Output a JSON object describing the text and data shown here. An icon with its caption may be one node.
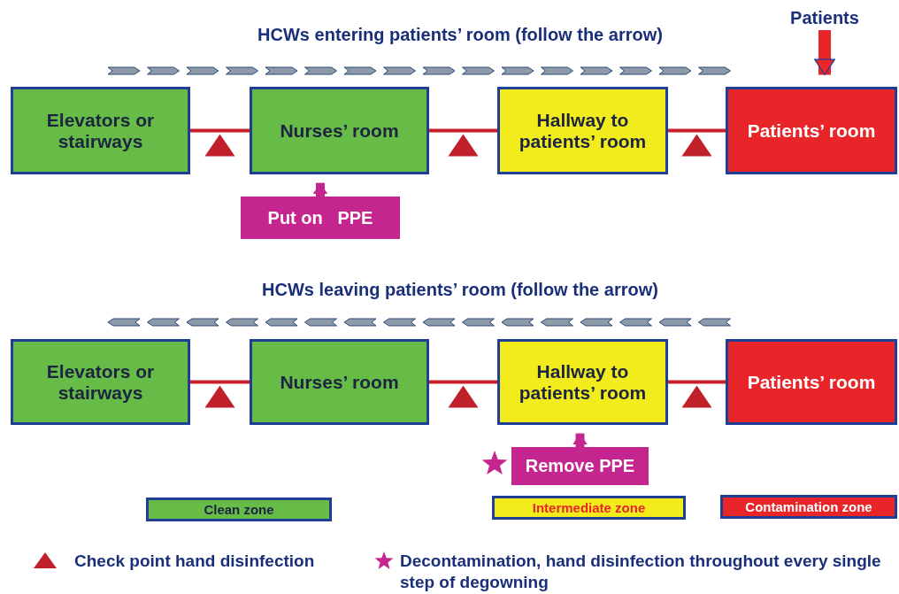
{
  "diagram": {
    "nodes": [
      {
        "text": [
          "Elevators or stairways"
        ]
      },
      {
        "text": [
          "Nurses’ room"
        ]
      },
      {
        "text": [
          "Hallway to patients’ room"
        ]
      },
      {
        "text": [
          "Patients’ room"
        ]
      },
      {
        "text": [
          "Put on   PPE"
        ]
      },
      {
        "text": [
          "Patients"
        ]
      },
      {
        "text": [
          "Elevators or stairways"
        ]
      },
      {
        "text": [
          "Nurses’ room"
        ]
      },
      {
        "text": [
          "Hallway to patients’ room"
        ]
      },
      {
        "text": [
          "Patients’ room"
        ]
      },
      {
        "text": [
          "Remove PPE"
        ]
      }
    ],
    "edges": [
      {
        "from": 0,
        "to": 1,
        "arrow": "none"
      },
      {
        "from": 1,
        "to": 2,
        "arrow": "none"
      },
      {
        "from": 2,
        "to": 3,
        "arrow": "none"
      },
      {
        "from": 4,
        "to": 1,
        "arrow": "to",
        "style": "thick",
        "color": "#c4258f"
      },
      {
        "from": 5,
        "to": 3,
        "arrow": "to",
        "style": "thick",
        "color": "#e8262a"
      },
      {
        "from": 6,
        "to": 7,
        "arrow": "none"
      },
      {
        "from": 7,
        "to": 8,
        "arrow": "none"
      },
      {
        "from": 8,
        "to": 9,
        "arrow": "none"
      },
      {
        "from": 10,
        "to": 8,
        "arrow": "to",
        "style": "thick",
        "color": "#c4258f"
      }
    ],
    "labels": [
      "HCWs entering patients’ room (follow the arrow)",
      "HCWs leaving patients’ room (follow the arrow)"
    ],
    "legend": [
      {
        "text": "Clean zone",
        "color": "#67bb47"
      },
      {
        "text": "Intermediate zone",
        "color": "#f2ec1c"
      },
      {
        "text": "Contamination zone",
        "color": "#e8262a"
      },
      {
        "text": "Check point hand disinfection"
      },
      {
        "text": "Decontamination, hand disinfection throughout every single step of degowning"
      }
    ]
  }
}
